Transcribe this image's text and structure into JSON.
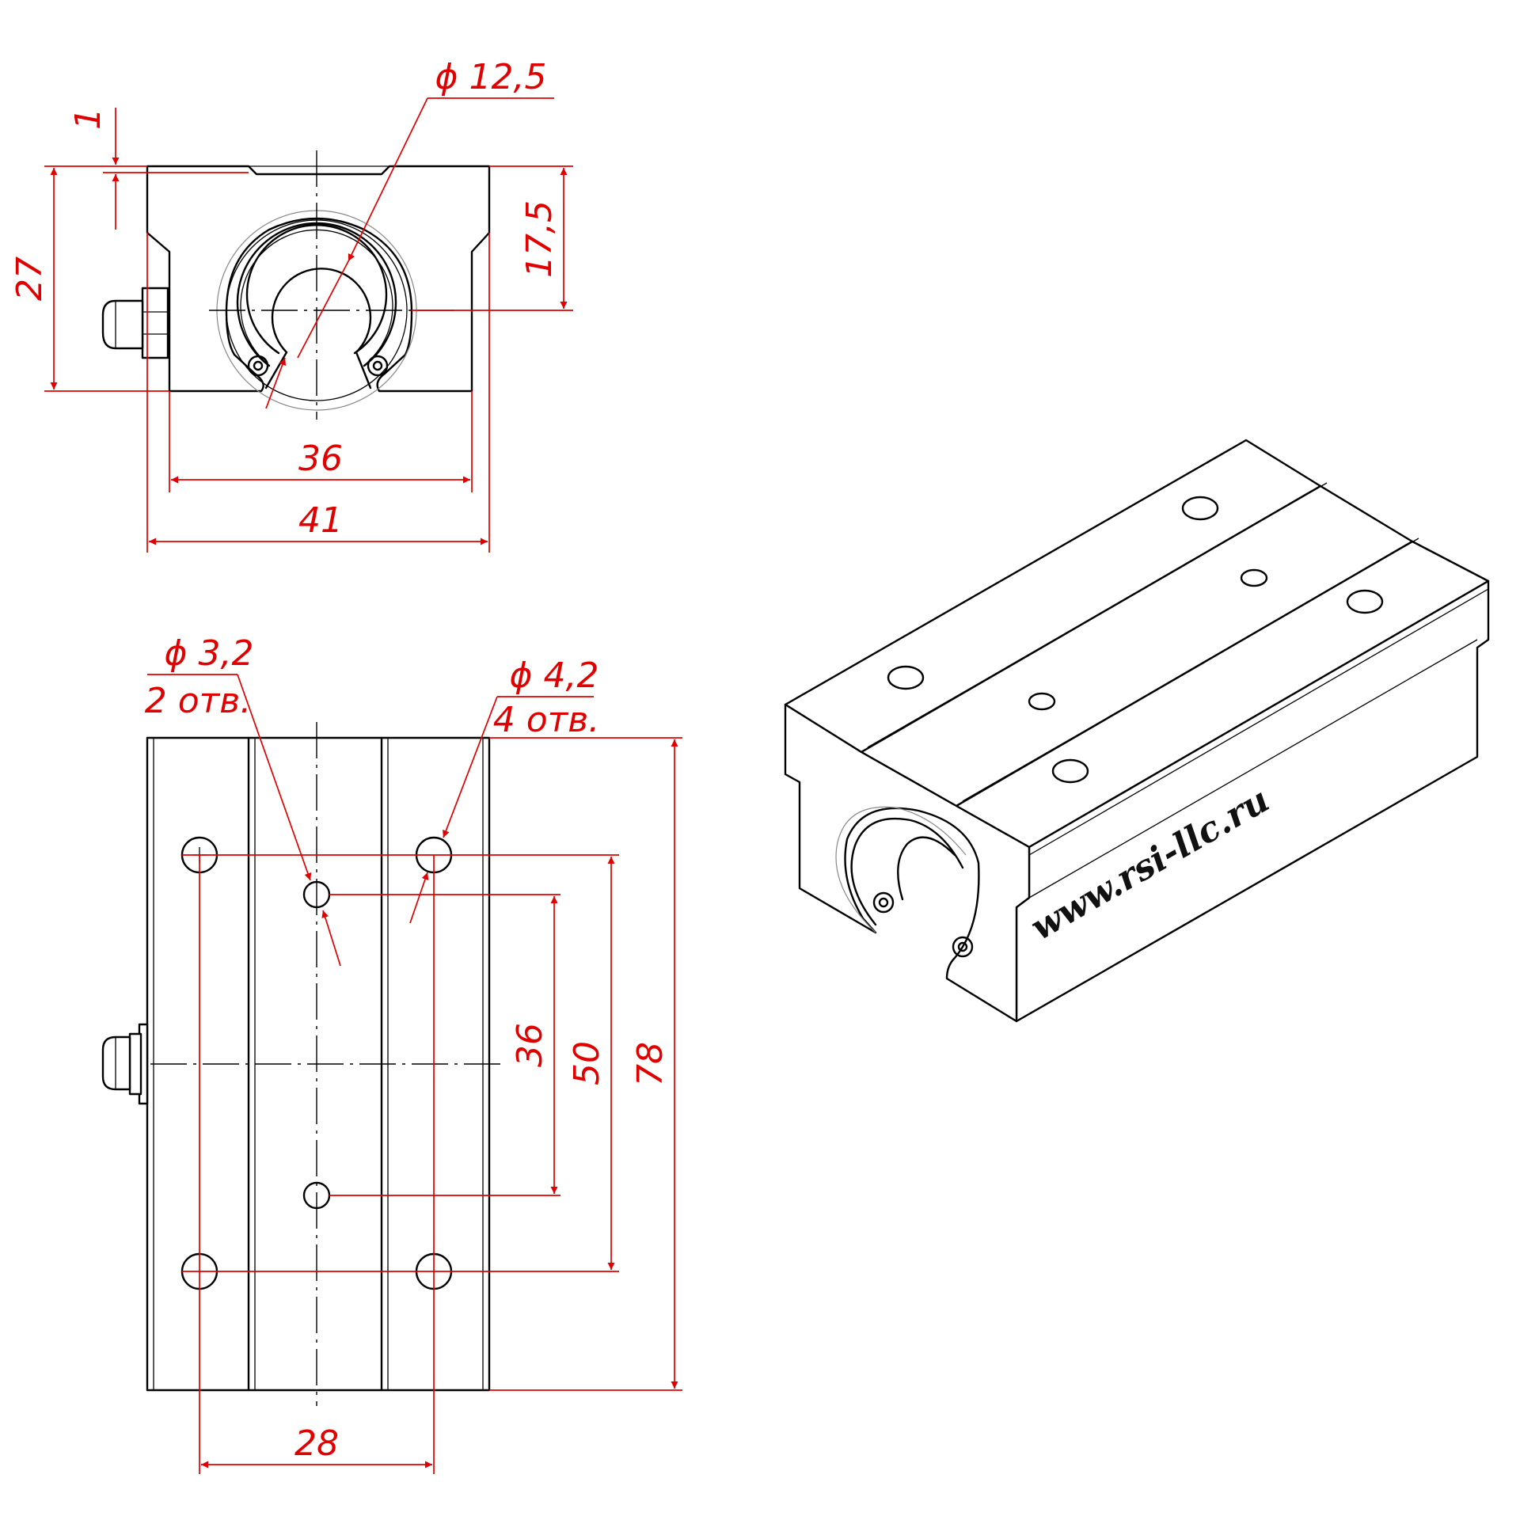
{
  "front_view": {
    "dims": {
      "bore_diameter": "ϕ 12,5",
      "groove_depth": "1",
      "height": "27",
      "axis_height": "17,5",
      "base_width": "36",
      "overall_width": "41"
    }
  },
  "top_view": {
    "dims": {
      "small_holes_dia": "ϕ 3,2",
      "small_holes_count": "2 отв.",
      "large_holes_dia": "ϕ 4,2",
      "large_holes_count": "4 отв.",
      "small_hole_spacing": "36",
      "large_hole_spacing_long": "50",
      "overall_length": "78",
      "large_hole_spacing_cross": "28"
    }
  },
  "iso_view": {
    "watermark": "www.rsi-llc.ru"
  },
  "colors": {
    "part_lines": "#000000",
    "dimension_lines": "#e00000",
    "background": "#ffffff"
  }
}
